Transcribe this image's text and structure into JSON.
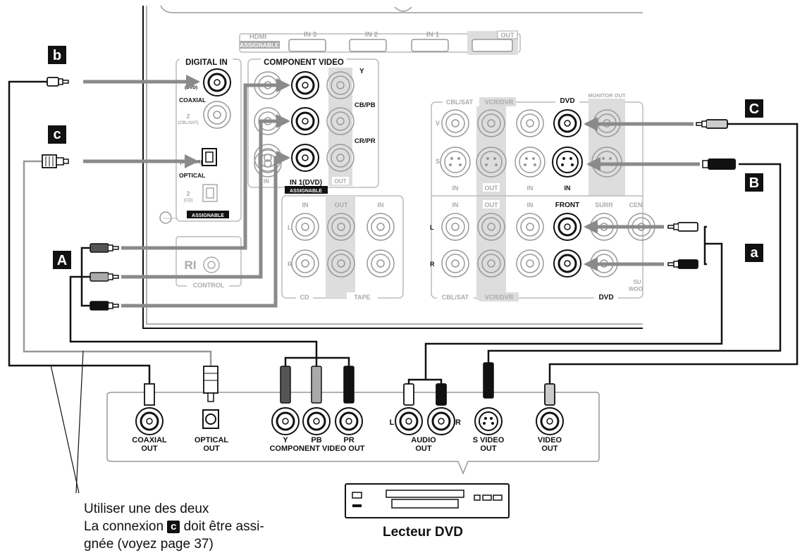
{
  "receiver": {
    "hdmi_label": "HDMI",
    "hdmi_assignable": "ASSIGNABLE",
    "hdmi_in3": "IN 3",
    "hdmi_in2": "IN 2",
    "hdmi_in1": "IN 1",
    "hdmi_out": "OUT",
    "digital_in": "DIGITAL IN",
    "coax_1": "(DVD)",
    "coaxial": "COAXIAL",
    "coax_2": "2",
    "coax_2_sub": "(CBL/SAT)",
    "opt_1": "(VCR/DVR)",
    "optical": "OPTICAL",
    "opt_2": "2",
    "opt_2_sub": "(CD)",
    "assignable": "ASSIGNABLE",
    "component_video": "COMPONENT VIDEO",
    "y": "Y",
    "cb": "CB/PB",
    "cr": "CR/PR",
    "comp_out": "OUT",
    "in1_dvd": "IN 1(DVD)",
    "comp_assignable": "ASSIGNABLE",
    "ri": "RI",
    "control": "CONTROL",
    "cbl_sat": "CBL/SAT",
    "vcr_dvr": "VCR/DVR",
    "dvd": "DVD",
    "monitor_out": "MONITOR OUT",
    "v": "V",
    "s": "S",
    "in": "IN",
    "out": "OUT",
    "front": "FRONT",
    "surr": "SURR",
    "cen": "CEN",
    "sub": "SU",
    "woo": "WOO",
    "l": "L",
    "r": "R",
    "cd": "CD",
    "tape": "TAPE"
  },
  "callouts": {
    "a": "a",
    "b": "b",
    "c": "c",
    "A": "A",
    "B": "B",
    "C": "C"
  },
  "player": {
    "coaxial_out": "COAXIAL",
    "coaxial_out2": "OUT",
    "optical_out": "OPTICAL",
    "optical_out2": "OUT",
    "y": "Y",
    "pb": "PB",
    "pr": "PR",
    "component_video_out": "COMPONENT VIDEO OUT",
    "l": "L",
    "r": "R",
    "audio_out": "AUDIO",
    "audio_out2": "OUT",
    "svideo_out": "S VIDEO",
    "svideo_out2": "OUT",
    "video_out": "VIDEO",
    "video_out2": "OUT"
  },
  "caption": {
    "line1": "Utiliser une des deux",
    "line2a": "La connexion",
    "label": "c",
    "line2b": "doit être assi-",
    "line3": "gnée (voyez page 37)"
  },
  "device_label": "Lecteur DVD"
}
